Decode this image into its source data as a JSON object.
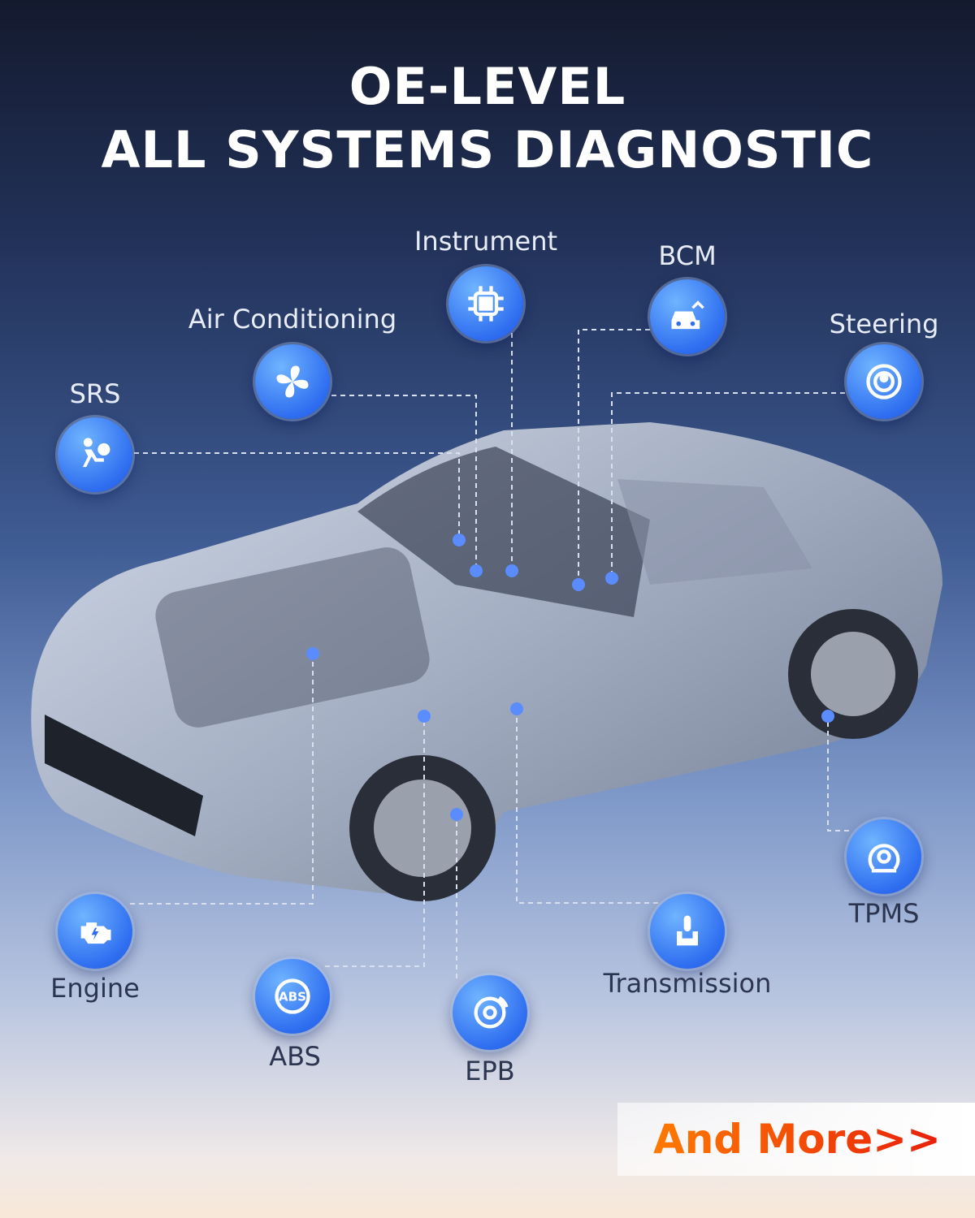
{
  "title": {
    "line1": "OE-LEVEL",
    "line2": "ALL SYSTEMS DIAGNOSTIC"
  },
  "systems": [
    {
      "label": "Instrument",
      "icon": "chip-icon"
    },
    {
      "label": "BCM",
      "icon": "car-body-icon"
    },
    {
      "label": "Steering",
      "icon": "steering-wheel-icon"
    },
    {
      "label": "Air Conditioning",
      "icon": "fan-icon"
    },
    {
      "label": "SRS",
      "icon": "airbag-icon"
    },
    {
      "label": "Engine",
      "icon": "engine-icon"
    },
    {
      "label": "ABS",
      "icon": "abs-icon"
    },
    {
      "label": "EPB",
      "icon": "brake-disc-icon"
    },
    {
      "label": "Transmission",
      "icon": "gear-shift-icon"
    },
    {
      "label": "TPMS",
      "icon": "tire-pressure-icon"
    }
  ],
  "more": {
    "label": "And More>>"
  },
  "colors": {
    "icon_blue": "#2f6ef0",
    "accent_orange": "#ff7a00",
    "accent_red": "#e8200a"
  }
}
